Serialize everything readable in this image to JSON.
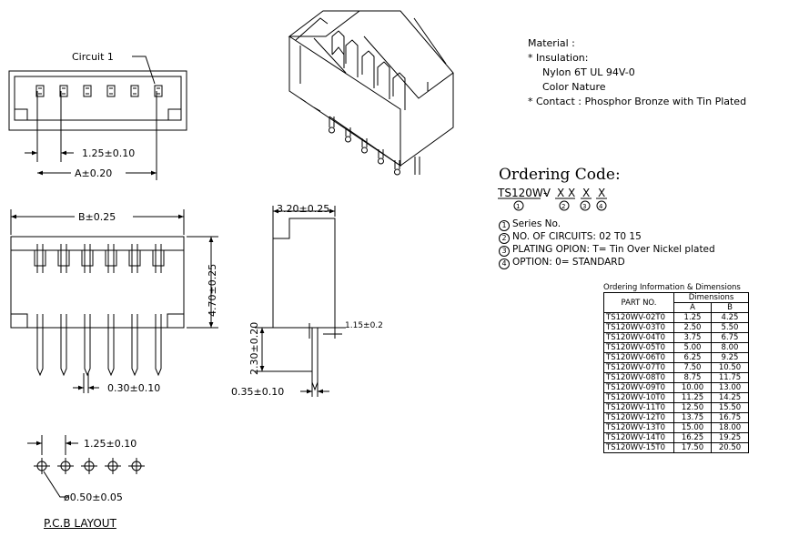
{
  "labels": {
    "circuit_1": "Circuit 1",
    "pitch_top": "1.25±0.10",
    "dim_a": "A±0.20",
    "dim_b": "B±0.25",
    "height": "4.70±0.25",
    "side_width": "3.20±0.25",
    "pin_offset": "1.15±0.2",
    "pin_length": "2.30±0.20",
    "pin_thickness_front": "0.30±0.10",
    "pin_thickness_side": "0.35±0.10",
    "pcb_pitch": "1.25±0.10",
    "pcb_hole": "ø0.50±0.05",
    "pcb_layout": "P.C.B LAYOUT"
  },
  "material": {
    "heading": "Material :",
    "insulation_label": "* Insulation:",
    "insulation_line1": "Nylon 6T UL 94V-0",
    "insulation_line2": "Color Nature",
    "contact": "* Contact : Phosphor Bronze with Tin Plated"
  },
  "ordering": {
    "title": "Ordering Code:",
    "code_prefix": "TS120WV",
    "dash": "-",
    "code_xx": "X X",
    "code_x3": "X",
    "code_x4": "X",
    "mark1": "1",
    "mark2": "2",
    "mark3": "3",
    "mark4": "4",
    "notes": [
      {
        "mark": "1",
        "text": "Series No."
      },
      {
        "mark": "2",
        "text": "NO. OF CIRCUITS: 02 T0 15"
      },
      {
        "mark": "3",
        "text": "PLATING OPION: T= Tin Over Nickel plated"
      },
      {
        "mark": "4",
        "text": "OPTION: 0= STANDARD"
      }
    ]
  },
  "table": {
    "title": "Ordering Information & Dimensions",
    "col_part": "PART NO.",
    "col_dims": "Dimensions",
    "col_a": "A",
    "col_b": "B",
    "rows": [
      {
        "part": "TS120WV-02T0",
        "a": "1.25",
        "b": "4.25"
      },
      {
        "part": "TS120WV-03T0",
        "a": "2.50",
        "b": "5.50"
      },
      {
        "part": "TS120WV-04T0",
        "a": "3.75",
        "b": "6.75"
      },
      {
        "part": "TS120WV-05T0",
        "a": "5.00",
        "b": "8.00"
      },
      {
        "part": "TS120WV-06T0",
        "a": "6.25",
        "b": "9.25"
      },
      {
        "part": "TS120WV-07T0",
        "a": "7.50",
        "b": "10.50"
      },
      {
        "part": "TS120WV-08T0",
        "a": "8.75",
        "b": "11.75"
      },
      {
        "part": "TS120WV-09T0",
        "a": "10.00",
        "b": "13.00"
      },
      {
        "part": "TS120WV-10T0",
        "a": "11.25",
        "b": "14.25"
      },
      {
        "part": "TS120WV-11T0",
        "a": "12.50",
        "b": "15.50"
      },
      {
        "part": "TS120WV-12T0",
        "a": "13.75",
        "b": "16.75"
      },
      {
        "part": "TS120WV-13T0",
        "a": "15.00",
        "b": "18.00"
      },
      {
        "part": "TS120WV-14T0",
        "a": "16.25",
        "b": "19.25"
      },
      {
        "part": "TS120WV-15T0",
        "a": "17.50",
        "b": "20.50"
      }
    ]
  }
}
